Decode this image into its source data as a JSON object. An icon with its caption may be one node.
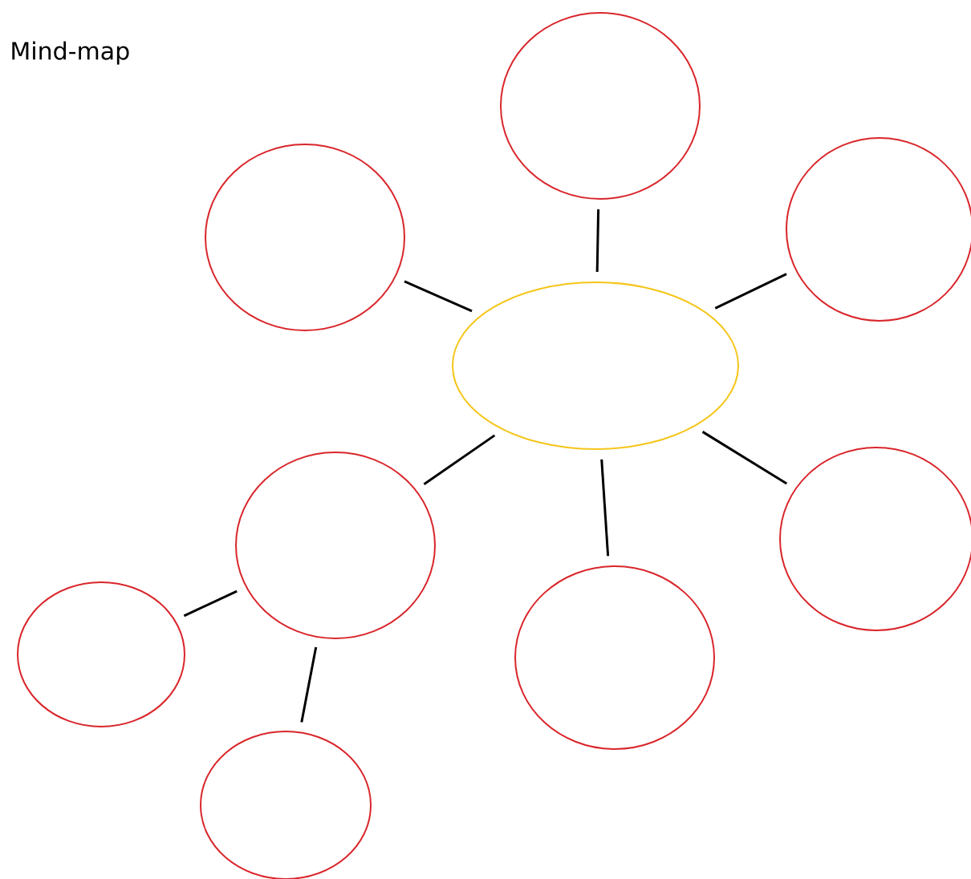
{
  "diagram": {
    "title": "Mind-map",
    "nodes": [
      {
        "text": [],
        "shape": "ellipse"
      },
      {
        "text": [],
        "shape": "circle"
      },
      {
        "text": [],
        "shape": "circle"
      },
      {
        "text": [],
        "shape": "circle"
      },
      {
        "text": [],
        "shape": "circle"
      },
      {
        "text": [],
        "shape": "circle"
      },
      {
        "text": [],
        "shape": "circle"
      },
      {
        "text": [],
        "shape": "circle"
      },
      {
        "text": [],
        "shape": "circle"
      }
    ],
    "edges": [
      {
        "from": 0,
        "to": 1,
        "arrow": "none"
      },
      {
        "from": 0,
        "to": 2,
        "arrow": "none"
      },
      {
        "from": 0,
        "to": 3,
        "arrow": "none"
      },
      {
        "from": 0,
        "to": 4,
        "arrow": "none"
      },
      {
        "from": 0,
        "to": 5,
        "arrow": "none"
      },
      {
        "from": 0,
        "to": 6,
        "arrow": "none"
      },
      {
        "from": 6,
        "to": 7,
        "arrow": "none"
      },
      {
        "from": 6,
        "to": 8,
        "arrow": "none"
      }
    ]
  }
}
